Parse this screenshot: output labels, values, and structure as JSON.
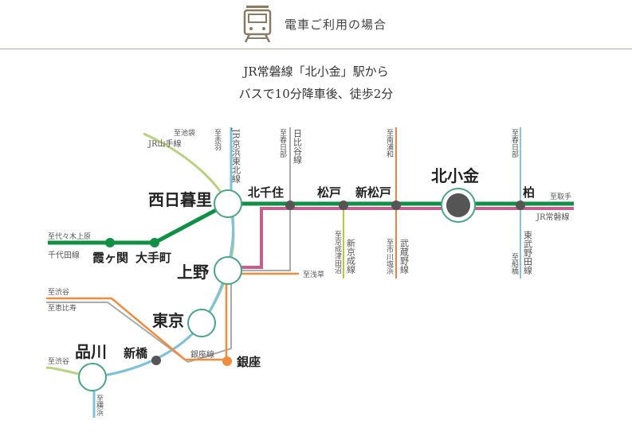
{
  "header": {
    "title": "電車ご利用の場合",
    "icon": "train-icon"
  },
  "intro": {
    "line1": "JR常磐線「北小金」駅から",
    "line2": "バスで10分降車後、徒歩2分"
  },
  "colors": {
    "tozai_chiyoda": "#0f9145",
    "joban_jr": "#c45f90",
    "yamanote": "#b9d27f",
    "keihin": "#7fc0dc",
    "hibiya": "#aaaaaa",
    "ginza": "#f08c3e",
    "musashino": "#e8804a",
    "shinkeisei": "#b8c83c",
    "tobu": "#8fc1d6",
    "frame": "#8a7a63"
  },
  "stations": {
    "kitakogane": "北小金",
    "nishinippori": "西日暮里",
    "kitasenju": "北千住",
    "matsudo": "松戸",
    "shinmatsudo": "新松戸",
    "kashiwa": "柏",
    "ueno": "上野",
    "tokyo": "東京",
    "shinagawa": "品川",
    "shinbashi": "新橋",
    "ginza": "銀座",
    "kasumigaseki": "霞ヶ関",
    "otemachi": "大手町"
  },
  "lines": {
    "yamanote": "JR山手線",
    "keihin_tohoku": "JR京浜東北線",
    "hibiya": "日比谷線",
    "chiyoda": "千代田線",
    "joban": "JR常磐線",
    "shin_keisei": "新京成線",
    "musashino": "武蔵野線",
    "tobu_noda": "東武野田線",
    "ginza_line": "銀座線"
  },
  "directions": {
    "ikebukuro": "至池袋",
    "akabane": "至赤羽",
    "kasukabe_hibiya": "至春日部",
    "minami_urawa": "至南浦和",
    "kasukabe_tobu": "至春日部",
    "toride": "至取手",
    "yoyogi_uehara": "至代々木上原",
    "asakusa": "至浅草",
    "keisei_tsudanuma": "至京成津田沼",
    "ichikawa_ono": "至市川塩浜",
    "funabashi": "至船橋",
    "shibuya_ginza": "至渋谷",
    "ebisu": "至恵比寿",
    "shibuya_yamanote": "至渋谷",
    "yokohama": "至横浜"
  }
}
